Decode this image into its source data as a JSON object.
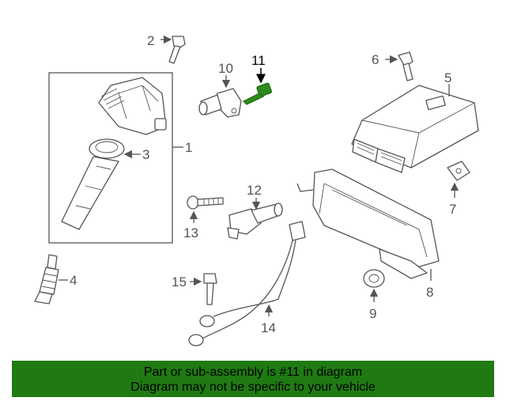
{
  "diagram": {
    "callouts": {
      "c1": "1",
      "c2": "2",
      "c3": "3",
      "c4": "4",
      "c5": "5",
      "c6": "6",
      "c7": "7",
      "c8": "8",
      "c9": "9",
      "c10": "10",
      "c11": "11",
      "c12": "12",
      "c13": "13",
      "c14": "14",
      "c15": "15"
    },
    "highlight_color": "#1f6f10"
  },
  "banner": {
    "line1": "Part or sub-assembly is #11 in diagram",
    "line2": "Diagram may not be specific to your vehicle",
    "background": "#1f7a12"
  }
}
